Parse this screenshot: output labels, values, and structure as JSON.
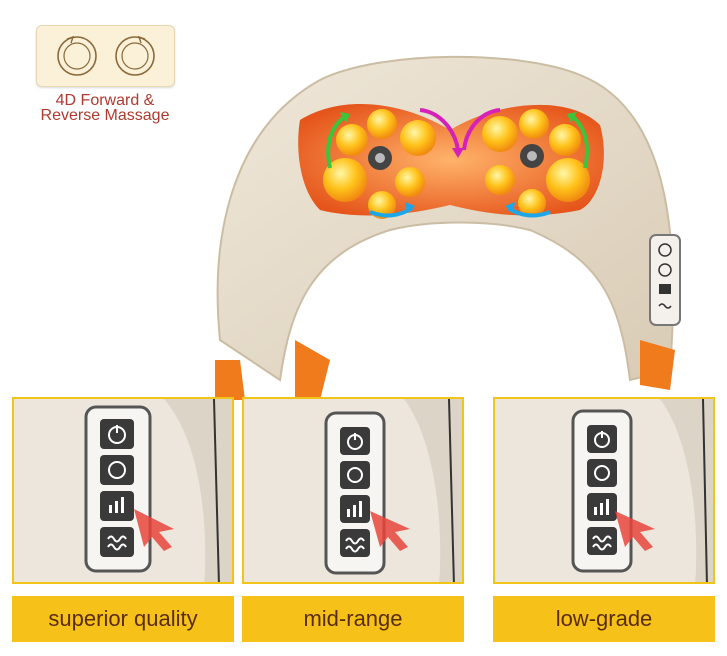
{
  "badge": {
    "line1": "4D Forward &",
    "line2": "Reverse Massage",
    "icons": [
      "rotate-clockwise-icon",
      "rotate-counterclockwise-icon"
    ]
  },
  "remote_icons": [
    "power-icon",
    "rotate-icon",
    "level-icon",
    "heat-icon"
  ],
  "panels": [
    {
      "label": "superior quality"
    },
    {
      "label": "mid-range"
    },
    {
      "label": "low-grade"
    }
  ],
  "colors": {
    "label_bg": "#f6c21a",
    "panel_border": "#f0c419",
    "badge_text": "#b03a2e",
    "massage_orange": "#f26a1b",
    "arrow_red": "#e8453c"
  }
}
